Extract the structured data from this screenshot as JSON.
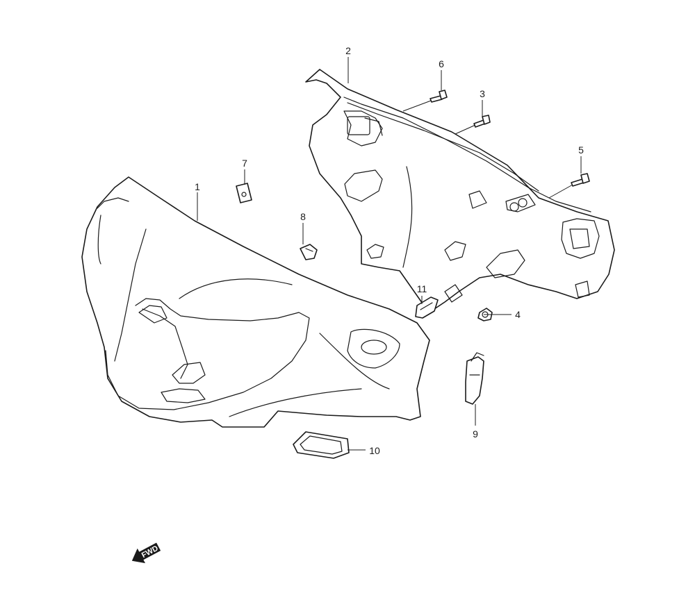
{
  "callouts": {
    "p1": "1",
    "p2": "2",
    "p3": "3",
    "p4": "4",
    "p5": "5",
    "p6": "6",
    "p7": "7",
    "p8": "8",
    "p9": "9",
    "p10": "10",
    "p11": "11"
  },
  "fwd_label": "FWD",
  "icons": {
    "fwd": "forward-arrow-icon"
  }
}
